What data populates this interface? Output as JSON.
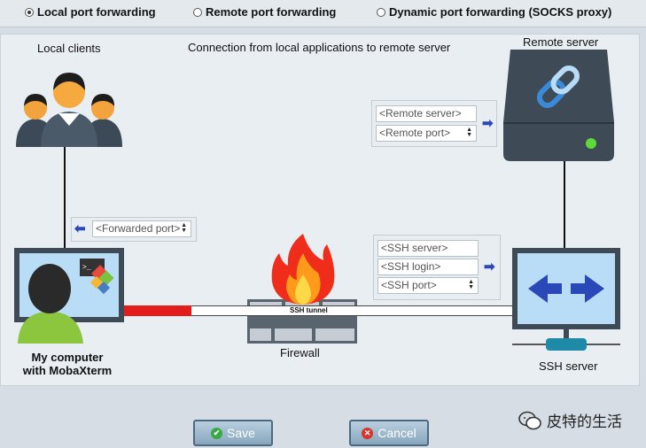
{
  "modes": [
    {
      "label": "Local port forwarding",
      "selected": true
    },
    {
      "label": "Remote port forwarding",
      "selected": false
    },
    {
      "label": "Dynamic port forwarding (SOCKS proxy)",
      "selected": false
    }
  ],
  "diagram": {
    "local_clients_label": "Local clients",
    "connection_label": "Connection from local applications to remote server",
    "remote_server_label": "Remote server",
    "my_computer_line1": "My computer",
    "my_computer_line2": "with MobaXterm",
    "firewall_label": "Firewall",
    "ssh_server_label": "SSH server",
    "tunnel_label": "SSH tunnel"
  },
  "fields": {
    "remote_server_placeholder": "<Remote server>",
    "remote_port_placeholder": "<Remote port>",
    "forwarded_port_placeholder": "<Forwarded port>",
    "ssh_server_placeholder": "<SSH server>",
    "ssh_login_placeholder": "<SSH login>",
    "ssh_port_placeholder": "<SSH port>"
  },
  "buttons": {
    "save": "Save",
    "cancel": "Cancel"
  },
  "watermark": "皮特的生活",
  "colors": {
    "tunnel_red": "#e31c1c",
    "arrow_blue": "#2a48b8",
    "link_blue": "#3a8ad8",
    "server_dark": "#3e4b57",
    "led_green": "#5ed83a"
  }
}
